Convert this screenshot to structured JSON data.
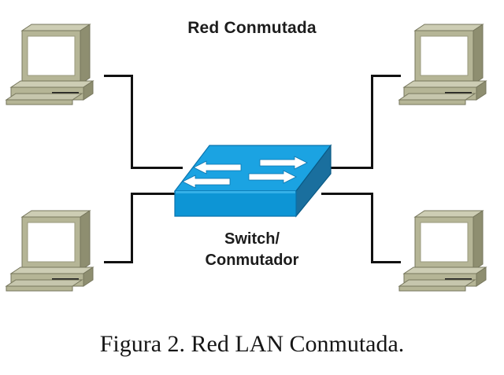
{
  "figure": {
    "title": "Red Conmutada",
    "caption": "Figura 2. Red LAN Conmutada.",
    "center_device": {
      "label_line1": "Switch/",
      "label_line2": "Conmutador",
      "icon": "network-switch-icon"
    },
    "nodes": [
      {
        "id": "pc-top-left",
        "icon": "desktop-computer-icon",
        "position": "top-left"
      },
      {
        "id": "pc-top-right",
        "icon": "desktop-computer-icon",
        "position": "top-right"
      },
      {
        "id": "pc-bottom-left",
        "icon": "desktop-computer-icon",
        "position": "bottom-left"
      },
      {
        "id": "pc-bottom-right",
        "icon": "desktop-computer-icon",
        "position": "bottom-right"
      }
    ],
    "links": [
      {
        "id": "link-top-left",
        "from": "pc-top-left",
        "to": "switch"
      },
      {
        "id": "link-top-right",
        "from": "pc-top-right",
        "to": "switch"
      },
      {
        "id": "link-bottom-left",
        "from": "pc-bottom-left",
        "to": "switch"
      },
      {
        "id": "link-bottom-right",
        "from": "pc-bottom-right",
        "to": "switch"
      }
    ]
  },
  "colors": {
    "background": "#ffffff",
    "wire": "#111111",
    "text": "#1c1c1c",
    "switch_top": "#1ba3e2",
    "switch_front": "#0d95d5",
    "switch_side": "#1a6f9e",
    "switch_arrow": "#ffffff",
    "pc_body": "#b5b596",
    "pc_shadow": "#8e8e70",
    "pc_highlight": "#cdcdb4",
    "pc_screen": "#ffffff",
    "pc_slot": "#1f1f1f"
  }
}
